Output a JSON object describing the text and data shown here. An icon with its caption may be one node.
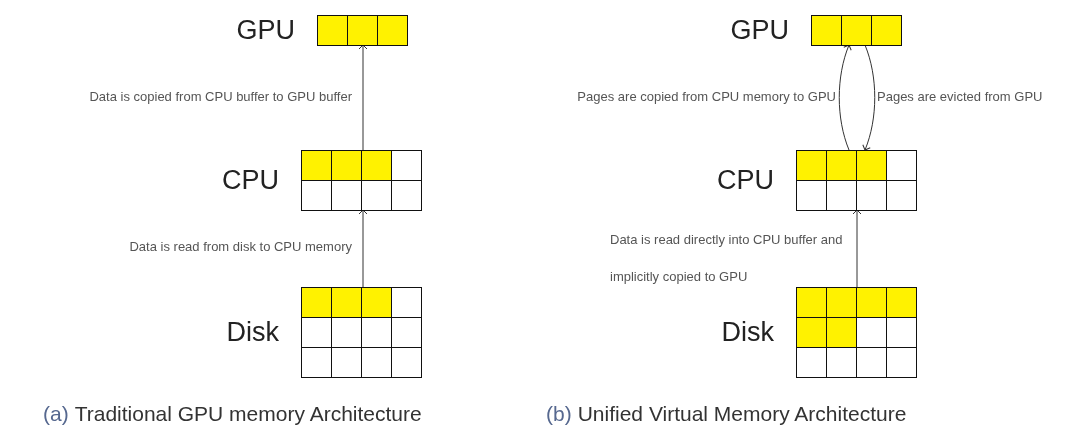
{
  "diagram": {
    "nodes": [
      {
        "text": [
          "GPU"
        ]
      },
      {
        "text": [
          "CPU"
        ]
      },
      {
        "text": [
          "Disk"
        ]
      },
      {
        "text": [
          "GPU"
        ]
      },
      {
        "text": [
          "CPU"
        ]
      },
      {
        "text": [
          "Disk"
        ]
      }
    ],
    "edges": [
      {
        "from": 1,
        "to": 0,
        "arrow": "to",
        "label": "Data is copied from CPU buffer to GPU buffer"
      },
      {
        "from": 2,
        "to": 1,
        "arrow": "to",
        "label": "Data is read from disk to CPU memory"
      },
      {
        "from": 4,
        "to": 3,
        "arrow": "to",
        "label": "Pages are copied from CPU memory to GPU"
      },
      {
        "from": 3,
        "to": 4,
        "arrow": "to",
        "label": "Pages are evicted from GPU"
      },
      {
        "from": 5,
        "to": 4,
        "arrow": "to",
        "label": "Data is read directly into CPU buffer and implicitly copied to GPU"
      }
    ],
    "labels": [
      "(a)",
      "Traditional GPU memory Architecture",
      "(b)",
      "Unified Virtual Memory Architecture"
    ]
  }
}
